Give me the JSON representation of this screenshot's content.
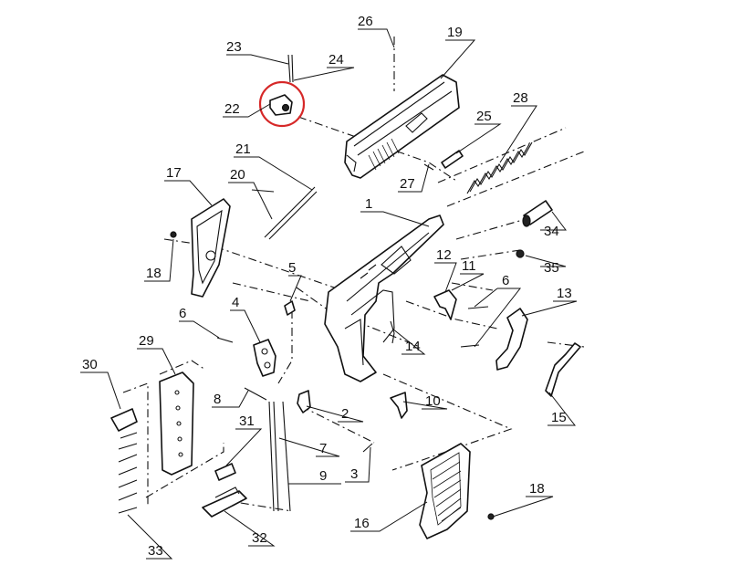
{
  "diagram": {
    "highlight_color": "#d62828",
    "highlighted_part": "22",
    "parts": [
      {
        "id": "p1",
        "number": "1"
      },
      {
        "id": "p2",
        "number": "2"
      },
      {
        "id": "p3",
        "number": "3"
      },
      {
        "id": "p4",
        "number": "4"
      },
      {
        "id": "p5",
        "number": "5"
      },
      {
        "id": "p6a",
        "number": "6"
      },
      {
        "id": "p6b",
        "number": "6"
      },
      {
        "id": "p7",
        "number": "7"
      },
      {
        "id": "p8",
        "number": "8"
      },
      {
        "id": "p9",
        "number": "9"
      },
      {
        "id": "p10",
        "number": "10"
      },
      {
        "id": "p11",
        "number": "11"
      },
      {
        "id": "p12",
        "number": "12"
      },
      {
        "id": "p13",
        "number": "13"
      },
      {
        "id": "p14",
        "number": "14"
      },
      {
        "id": "p15",
        "number": "15"
      },
      {
        "id": "p16",
        "number": "16"
      },
      {
        "id": "p17",
        "number": "17"
      },
      {
        "id": "p18a",
        "number": "18"
      },
      {
        "id": "p18b",
        "number": "18"
      },
      {
        "id": "p19",
        "number": "19"
      },
      {
        "id": "p20",
        "number": "20"
      },
      {
        "id": "p21",
        "number": "21"
      },
      {
        "id": "p22",
        "number": "22"
      },
      {
        "id": "p23",
        "number": "23"
      },
      {
        "id": "p24",
        "number": "24"
      },
      {
        "id": "p25",
        "number": "25"
      },
      {
        "id": "p26",
        "number": "26"
      },
      {
        "id": "p27",
        "number": "27"
      },
      {
        "id": "p28",
        "number": "28"
      },
      {
        "id": "p29",
        "number": "29"
      },
      {
        "id": "p30",
        "number": "30"
      },
      {
        "id": "p31",
        "number": "31"
      },
      {
        "id": "p32",
        "number": "32"
      },
      {
        "id": "p33",
        "number": "33"
      },
      {
        "id": "p34",
        "number": "34"
      },
      {
        "id": "p35",
        "number": "35"
      }
    ]
  }
}
